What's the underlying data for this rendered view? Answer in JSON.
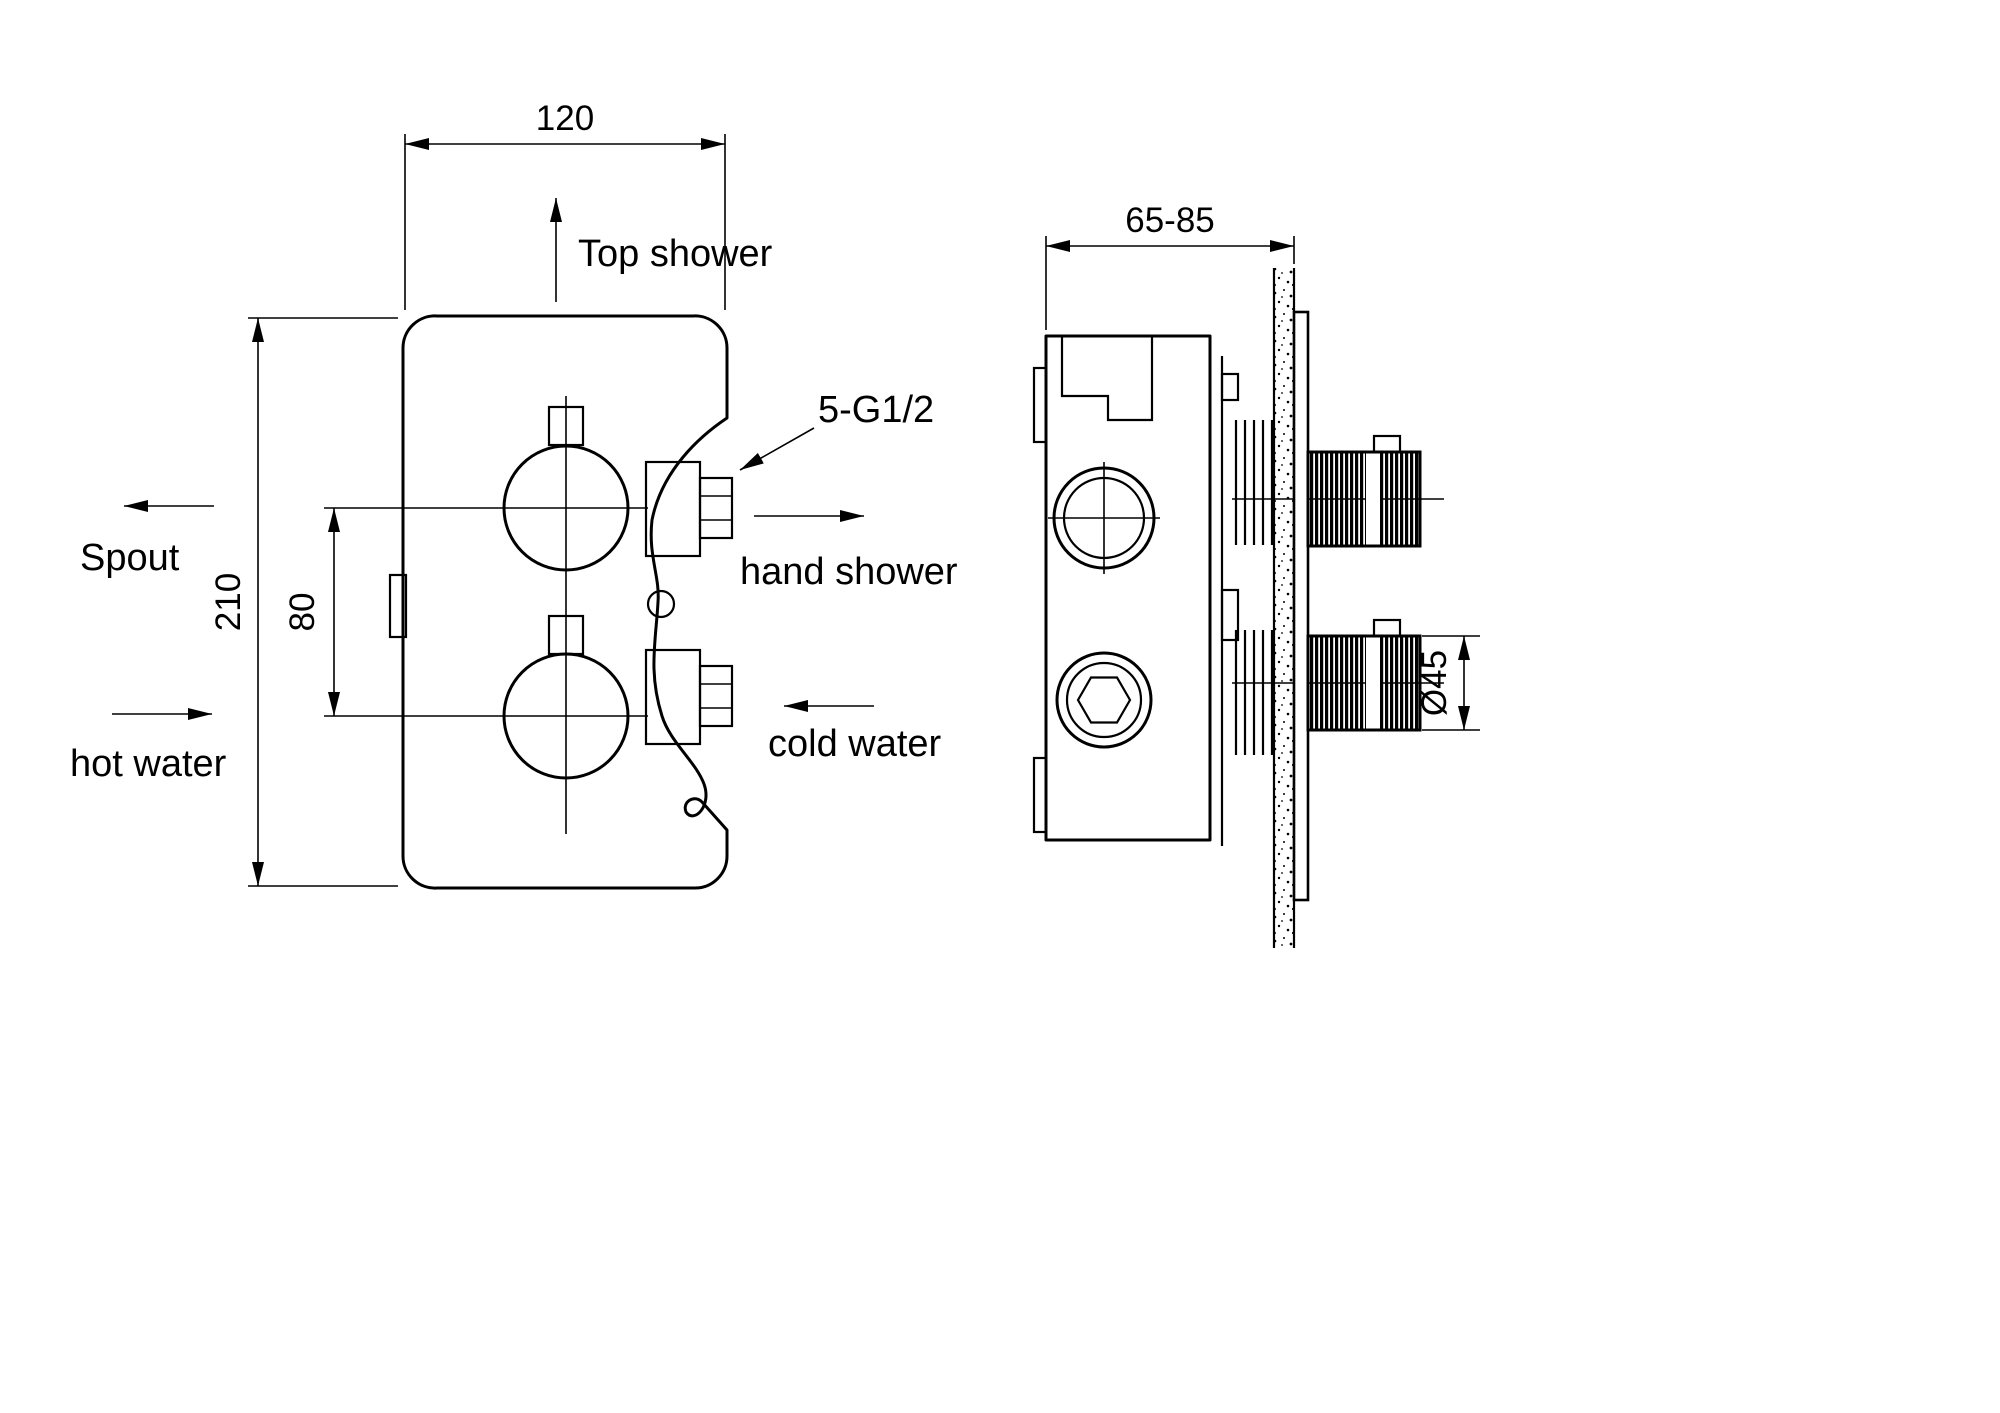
{
  "page": {
    "colors": {
      "line": "#000000",
      "background": "#ffffff"
    }
  },
  "front_view": {
    "dim_width": "120",
    "dim_height": "210",
    "dim_spacing": "80",
    "label_top_shower": "Top shower",
    "label_spout": "Spout",
    "label_hot_water": "hot water",
    "label_hand_shower": "hand shower",
    "label_cold_water": "cold water",
    "label_thread": "5-G1/2"
  },
  "side_view": {
    "dim_depth": "65-85",
    "dim_handle_diameter": "Ø45"
  }
}
